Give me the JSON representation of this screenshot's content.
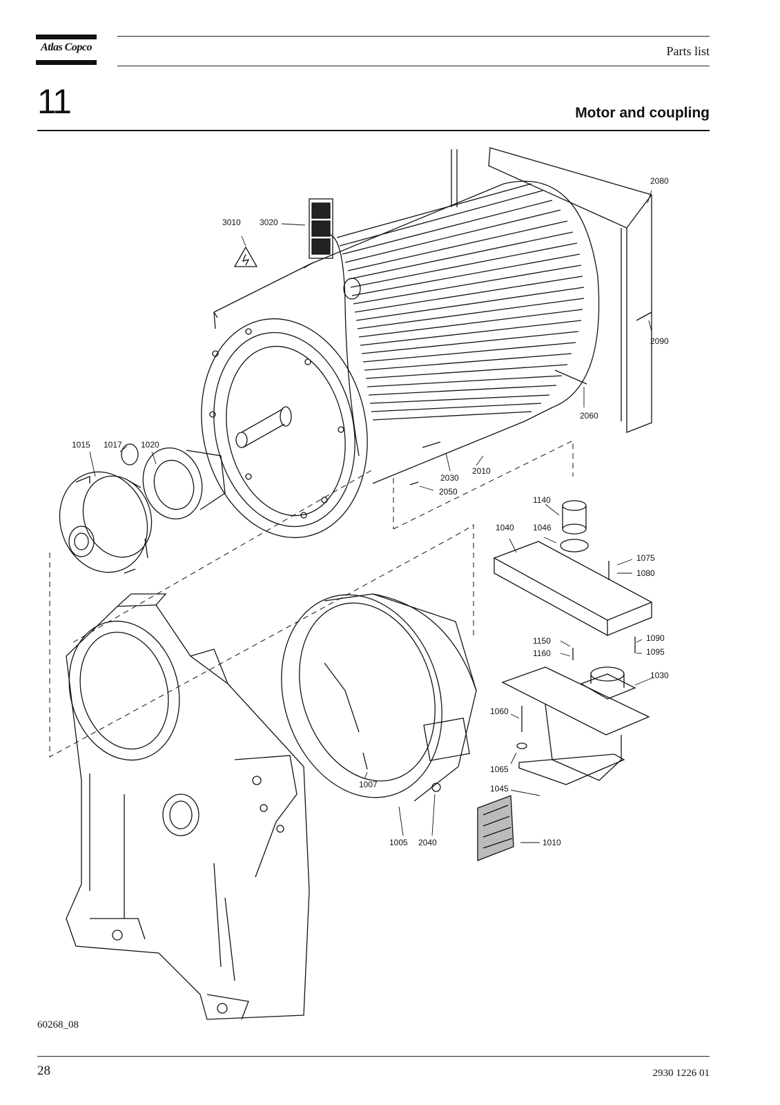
{
  "header": {
    "brand": "Atlas Copco",
    "section_label": "Parts list"
  },
  "chapter": {
    "number": "11",
    "title": "Motor and coupling"
  },
  "drawing": {
    "part_labels": {
      "p3010": "3010",
      "p3020": "3020",
      "p2080": "2080",
      "p2090": "2090",
      "p2060": "2060",
      "p1015": "1015",
      "p1017": "1017",
      "p1020": "1020",
      "p2030": "2030",
      "p2010": "2010",
      "p2050": "2050",
      "p1140": "1140",
      "p1040": "1040",
      "p1046": "1046",
      "p1075": "1075",
      "p1080": "1080",
      "p1150": "1150",
      "p1160": "1160",
      "p1090": "1090",
      "p1095": "1095",
      "p1030": "1030",
      "p1060": "1060",
      "p1065": "1065",
      "p1045": "1045",
      "p1007": "1007",
      "p1005": "1005",
      "p2040": "2040",
      "p1010": "1010"
    },
    "figure_id": "60268_08"
  },
  "footer": {
    "page_number": "28",
    "document_number": "2930 1226 01"
  }
}
